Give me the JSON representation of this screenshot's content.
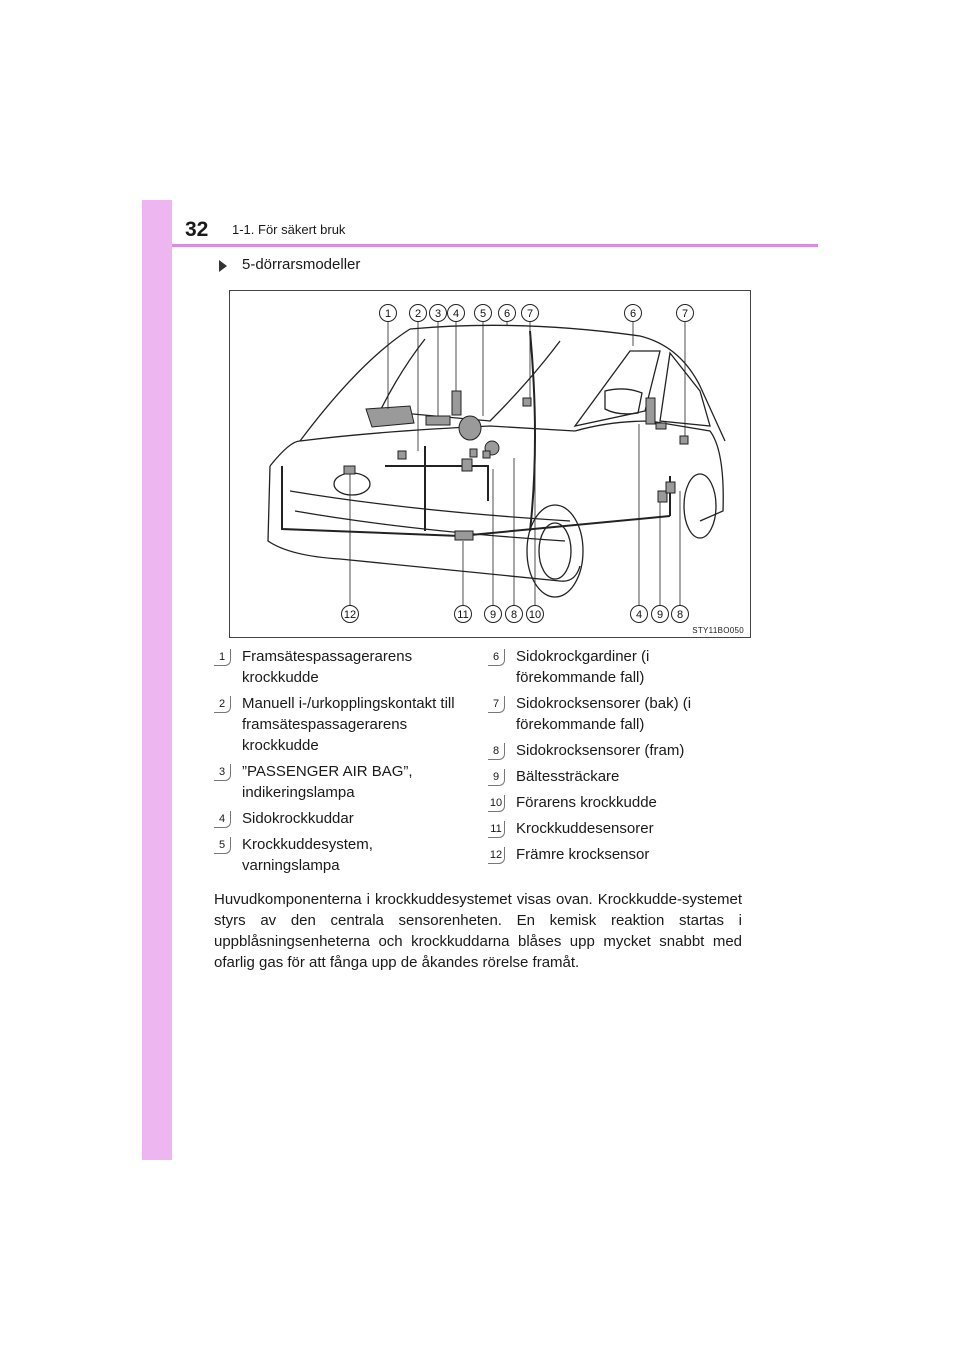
{
  "header": {
    "page_number": "32",
    "title": "1-1. För säkert bruk"
  },
  "section": {
    "heading": "5-dörrarsmodeller"
  },
  "figure": {
    "code": "STY11BO050",
    "callouts_top": [
      "1",
      "2",
      "3",
      "4",
      "5",
      "6",
      "7",
      "6",
      "7"
    ],
    "callouts_bottom": [
      "12",
      "11",
      "9",
      "8",
      "10",
      "4",
      "9",
      "8"
    ]
  },
  "legend_left": [
    {
      "num": "1",
      "text": "Framsätespassagerarens krockkudde"
    },
    {
      "num": "2",
      "text": "Manuell i-/urkopplingskontakt till framsätespassagerarens krockkudde"
    },
    {
      "num": "3",
      "text": "”PASSENGER AIR BAG”, indikeringslampa"
    },
    {
      "num": "4",
      "text": "Sidokrockkuddar"
    },
    {
      "num": "5",
      "text": "Krockkuddesystem, varningslampa"
    }
  ],
  "legend_right": [
    {
      "num": "6",
      "text": "Sidokrockgardiner (i förekommande fall)"
    },
    {
      "num": "7",
      "text": "Sidokrocksensorer (bak) (i förekommande fall)"
    },
    {
      "num": "8",
      "text": "Sidokrocksensorer (fram)"
    },
    {
      "num": "9",
      "text": "Bältessträckare"
    },
    {
      "num": "10",
      "text": "Förarens krockkudde"
    },
    {
      "num": "11",
      "text": "Krockkuddesensorer"
    },
    {
      "num": "12",
      "text": "Främre krocksensor"
    }
  ],
  "body": {
    "paragraph": "Huvudkomponenterna i krockkuddesystemet visas ovan. Krockkudde-systemet styrs av den centrala sensorenheten. En kemisk reaktion startas i uppblåsningsenheterna och krockkuddarna blåses upp mycket snabbt med ofarlig gas för att fånga upp de åkandes rörelse framåt."
  }
}
